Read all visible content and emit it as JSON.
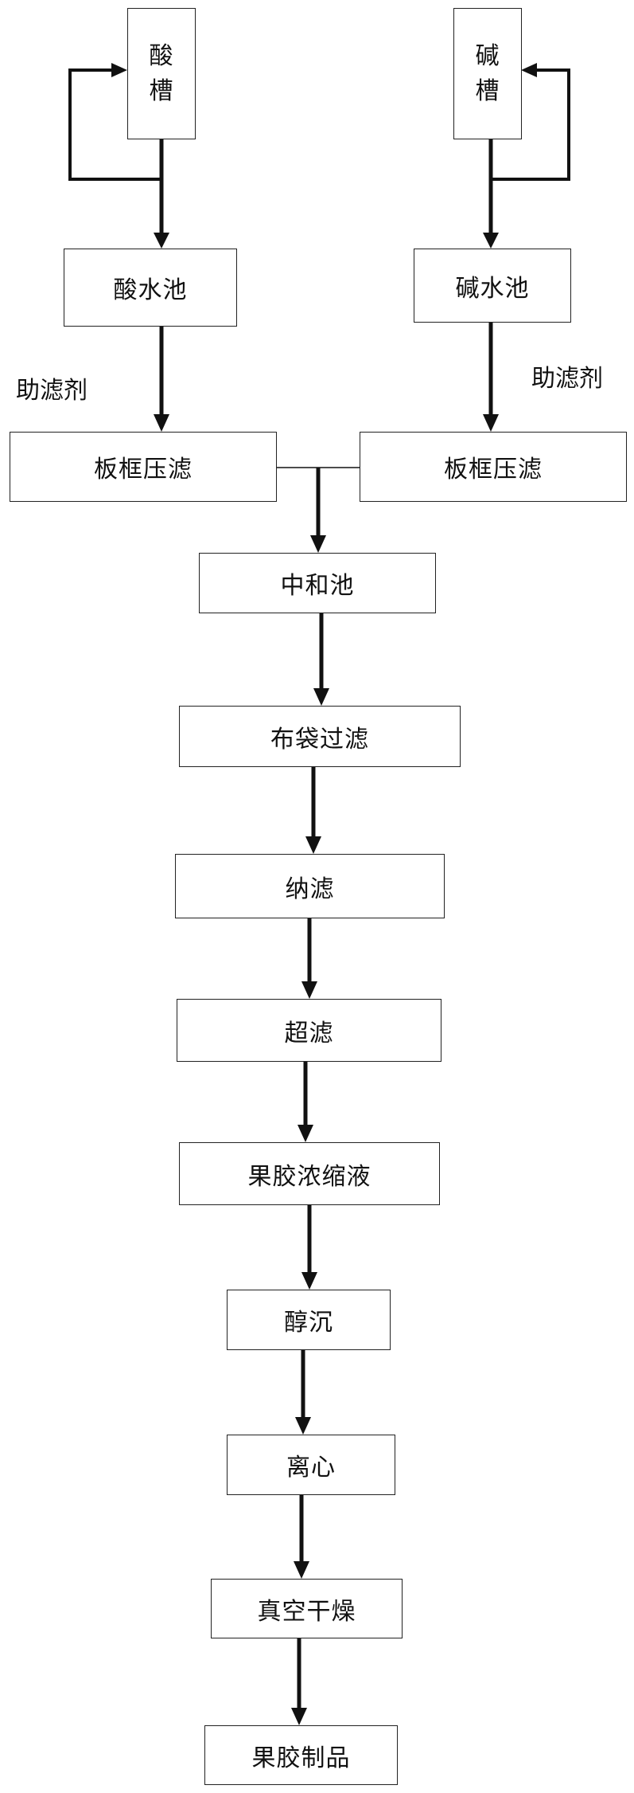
{
  "nodes": {
    "acid_tank": {
      "chars": [
        "酸",
        "槽"
      ]
    },
    "alkali_tank": {
      "chars": [
        "碱",
        "槽"
      ]
    },
    "acid_pool": "酸水池",
    "alkali_pool": "碱水池",
    "filter_aid_left": "助滤剂",
    "filter_aid_right": "助滤剂",
    "press_left": "板框压滤",
    "press_right": "板框压滤",
    "neutral_pool": "中和池",
    "bag_filter": "布袋过滤",
    "nanofilter": "纳滤",
    "ultrafilter": "超滤",
    "concentrate": "果胶浓缩液",
    "alcohol_precip": "醇沉",
    "centrifuge": "离心",
    "vacuum_dry": "真空干燥",
    "product": "果胶制品"
  }
}
